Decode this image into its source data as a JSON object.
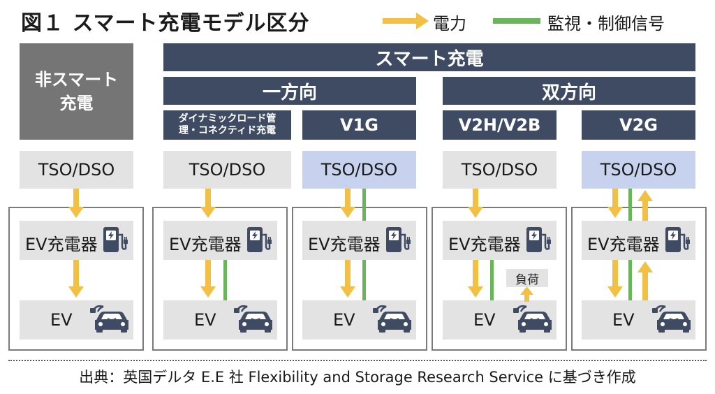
{
  "title": "図１ スマート充電モデル区分",
  "legend": {
    "power": "電力",
    "monitor": "監視・制御信号"
  },
  "headers": {
    "non_smart": "非スマート充電",
    "smart": "スマート充電",
    "unidirectional": "一方向",
    "bidirectional": "双方向",
    "dynamic": "ダイナミックロード管理・コネクティド充電",
    "v1g": "V1G",
    "v2hb": "V2H/V2B",
    "v2g": "V2G"
  },
  "tso_label": "TSO/DSO",
  "charger_label": "EV充電器",
  "ev_label": "EV",
  "load_label": "負荷",
  "footer": "出典：英国デルタ E.E 社 Flexibility and Storage Research Service に基づき作成",
  "colors": {
    "power": "#f2c045",
    "signal": "#6ab45a",
    "header": "#3f4b63",
    "gray_header": "#757575",
    "tso_blue": "#c7d3ee",
    "box_gray": "#e3e3e3"
  },
  "icons": [
    "arrow-right-icon",
    "charger-icon",
    "car-icon"
  ]
}
